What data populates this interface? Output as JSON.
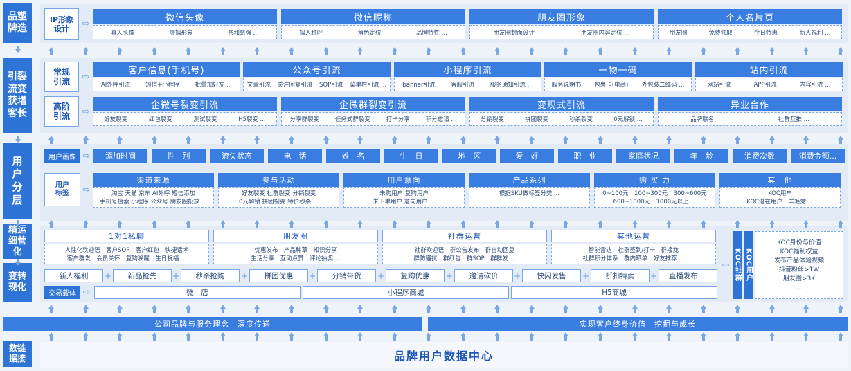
{
  "left_labels": {
    "brand": "品塑\n牌造",
    "traffic": "引裂\n流变\n获增\n客长",
    "user_layer": "用\n户\n分\n层",
    "ops": "精运\n细营\n化",
    "convert": "变转\n现化",
    "data": "数链\n据接"
  },
  "brand": {
    "label": "IP形象\n设计",
    "cards": [
      {
        "title": "微信头像",
        "items": [
          "真人头像",
          "虚拟形象",
          "亲和感强 ..."
        ]
      },
      {
        "title": "微信昵称",
        "items": [
          "拟人称呼",
          "角色定位",
          "品牌特性 ..."
        ]
      },
      {
        "title": "朋友圈形象",
        "items": [
          "朋友圈封面设计",
          "朋友圈内容定位 ..."
        ]
      },
      {
        "title": "个人名片页",
        "items": [
          "朋友圈",
          "免费领取",
          "今日特惠",
          "新人福利 ..."
        ]
      }
    ]
  },
  "traffic": {
    "regular_label": "常规\n引流",
    "regular": [
      {
        "title": "客户信息(手机号)",
        "items": [
          "AI外呼引流",
          "短信+小程序",
          "批量加好友 ..."
        ]
      },
      {
        "title": "公众号引流",
        "items": [
          "文章引流",
          "关注回复引流",
          "SOP引流",
          "菜单栏引流 ..."
        ]
      },
      {
        "title": "小程序引流",
        "items": [
          "banner引流",
          "客服引流",
          "服务通知引流 ..."
        ]
      },
      {
        "title": "一物一码",
        "items": [
          "服务说明书",
          "包裹卡(电商)",
          "外包装二维码 ..."
        ]
      },
      {
        "title": "站内引流",
        "items": [
          "网站引流",
          "APP引流",
          "内容引流 ..."
        ]
      }
    ],
    "advanced_label": "高阶\n引流",
    "advanced": [
      {
        "title": "企微号裂变引流",
        "items": [
          "好友裂变",
          "红包裂变",
          "测试裂变",
          "H5裂变 ..."
        ]
      },
      {
        "title": "企微群裂变引流",
        "items": [
          "分享群裂变",
          "任务式群裂变",
          "打卡分享",
          "积分邀请 ..."
        ]
      },
      {
        "title": "变现式引流",
        "items": [
          "分销裂变",
          "拼团裂变",
          "秒杀裂变",
          "0元解锁 ..."
        ]
      },
      {
        "title": "异业合作",
        "items": [
          "品牌联名",
          "社群互推 ..."
        ]
      }
    ]
  },
  "user_layer": {
    "portrait_label": "用户画像",
    "portrait_tags": [
      "添加时间",
      "性　别",
      "流失状态",
      "电　话",
      "姓　名",
      "生　日",
      "地　区",
      "爱　好",
      "职　业",
      "家庭状况",
      "年　龄",
      "消费次数",
      "消费金额..."
    ],
    "tag_label": "用户\n标签",
    "tag_cards": [
      {
        "title": "渠道来源",
        "body": "淘宝 天猫 京东 AI外呼 短信添加\n手机号搜索 小程序 公众号 朋友圈投放 ..."
      },
      {
        "title": "参与活动",
        "body": "好友裂变 社群裂变 分销裂变\n0元解锁 拼团裂变 特价秒杀 ..."
      },
      {
        "title": "用户意向",
        "body": "未购用户 复购用户\n未下单用户 意向用户 ..."
      },
      {
        "title": "产品系列",
        "body": "根据SKU做标签分类 ..."
      },
      {
        "title": "购 买 力",
        "body": "0~100元　100~300元　300~600元\n600~1000元　1000元以上 ..."
      },
      {
        "title": "其　他",
        "body": "KOC用户\nKOC潜在用户　羊毛党 ..."
      }
    ]
  },
  "ops": {
    "cards": [
      {
        "title": "1对1私聊",
        "body": "人性化欢迎语　客户SOP　客户红包　快捷话术\n客户群发　会员关怀　复购唤醒　生日祝福 ..."
      },
      {
        "title": "朋友圈",
        "body": "优惠发布　产品种草　知识分享\n生活分享　互动点赞　评论抽奖 ..."
      },
      {
        "title": "社群运营",
        "body": "社群欢迎语　群公告发布　群自动回复\n群防骚扰　群红包　群SOP　群群发 ..."
      },
      {
        "title": "其他运营",
        "body": "智能雷达　社群签到/打卡　群接龙\n社群积分体系　群内晒单　好友推荐 ..."
      }
    ]
  },
  "convert": {
    "actions": [
      "新人福利",
      "新品抢先",
      "秒杀抢购",
      "拼团优惠",
      "分销带货",
      "复购优惠",
      "邀请砍价",
      "快闪发售",
      "折扣特卖",
      "直播发布 ..."
    ],
    "plus": "+",
    "carrier_label": "交易载体",
    "carriers": [
      "微　店",
      "小程序商城",
      "H5商城"
    ]
  },
  "koc": {
    "label1": "KOC社群",
    "label2": "KOC用户",
    "items": [
      "KOC身份与价值",
      "KOC福利权益",
      "发布产品体验视频",
      "抖音粉丝>1W",
      "朋友圈>3K",
      "..."
    ]
  },
  "bottom": {
    "left": "公司品牌与服务理念　深度传递",
    "right": "实现客户终身价值　挖掘与成长",
    "data_center": "品牌用户数据中心"
  }
}
